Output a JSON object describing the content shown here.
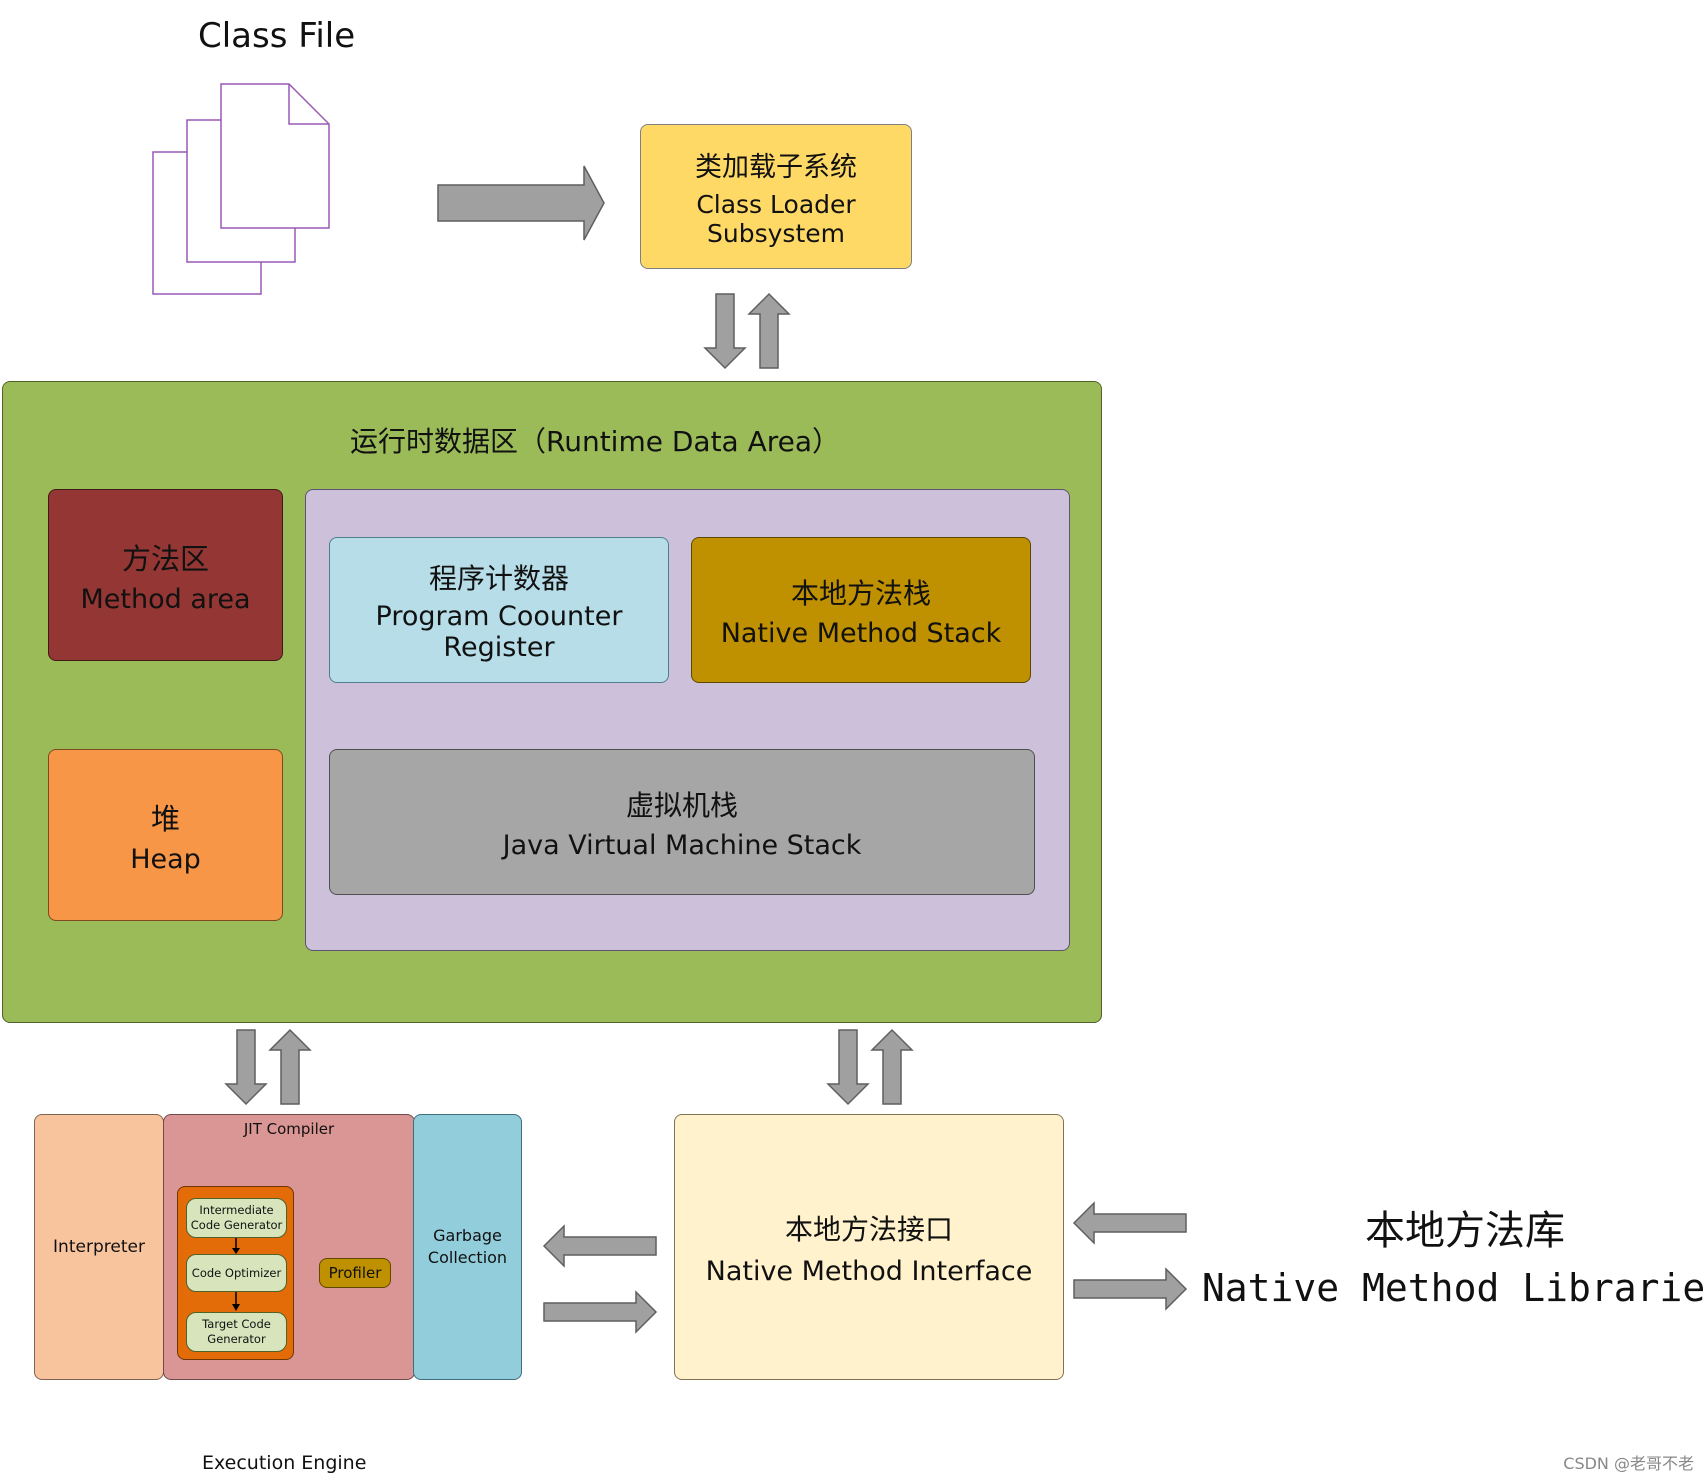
{
  "class_file": {
    "title": "Class File"
  },
  "class_loader": {
    "zh": "类加载子系统",
    "en": "Class Loader Subsystem"
  },
  "runtime_area": {
    "title": "运行时数据区（Runtime Data Area）",
    "method_area": {
      "zh": "方法区",
      "en": "Method area"
    },
    "heap": {
      "zh": "堆",
      "en": "Heap"
    },
    "pc_register": {
      "zh": "程序计数器",
      "en_line1": "Program Coounter",
      "en_line2": "Register"
    },
    "native_stack": {
      "zh": "本地方法栈",
      "en": "Native Method Stack"
    },
    "jvm_stack": {
      "zh": "虚拟机栈",
      "en": "Java Virtual Machine Stack"
    }
  },
  "execution_engine": {
    "caption": "Execution Engine",
    "interpreter": "Interpreter",
    "jit": {
      "title": "JIT Compiler",
      "intermediate_line1": "Intermediate",
      "intermediate_line2": "Code Generator",
      "optimizer": "Code Optimizer",
      "target_line1": "Target Code",
      "target_line2": "Generator",
      "profiler": "Profiler"
    },
    "gc_line1": "Garbage",
    "gc_line2": "Collection"
  },
  "native_interface": {
    "zh": "本地方法接口",
    "en": "Native Method Interface"
  },
  "native_libraries": {
    "zh": "本地方法库",
    "en": "Native Method Libraries"
  },
  "watermark": "CSDN @老哥不老",
  "colors": {
    "class_loader": "#FFD966",
    "runtime_area": "#9BBB59",
    "method_area": "#943634",
    "heap": "#F79646",
    "purple_panel": "#CCC0DA",
    "pc_register": "#B7DEE8",
    "native_stack": "#BF9000",
    "jvm_stack": "#A6A6A6",
    "interpreter": "#F8C49E",
    "jit": "#DA9694",
    "jit_inner": "#E36C09",
    "jit_step": "#D7E4BC",
    "gc": "#92CDDC",
    "native_interface": "#FFF2CC",
    "arrow": "#A0A0A0",
    "file_outline": "#9B59B6"
  }
}
